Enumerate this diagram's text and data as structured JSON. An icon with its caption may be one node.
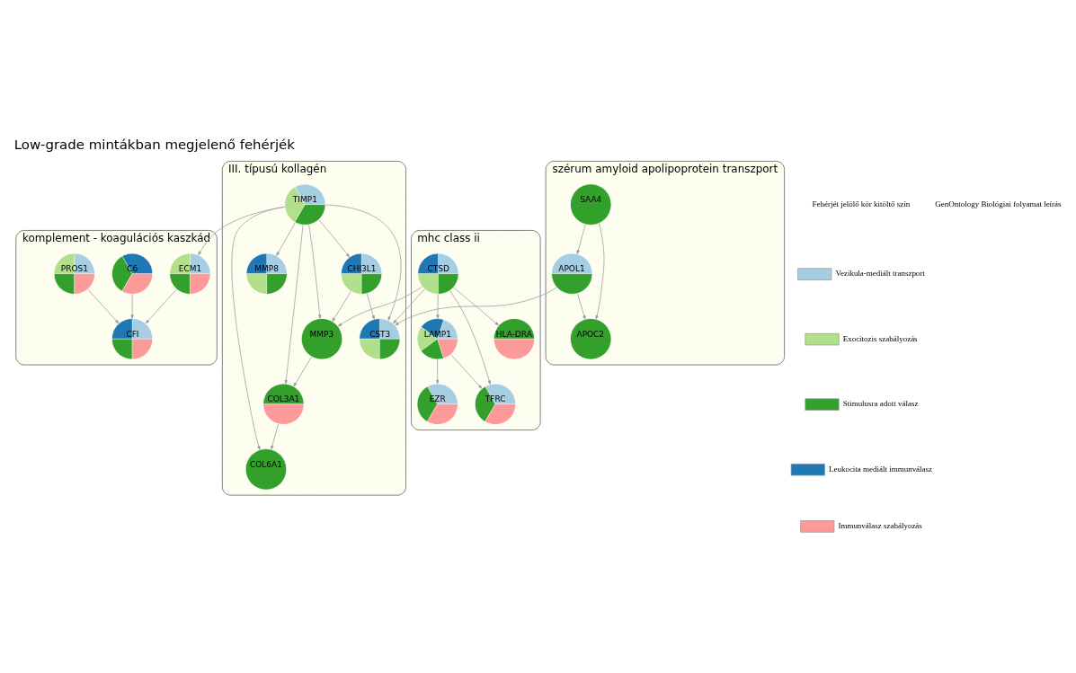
{
  "diagram": {
    "title": "Low-grade mintákban megjelenő fehérjék",
    "nodes": [
      {
        "text": [
          "komplement - koagulációs kaszkád"
        ]
      },
      {
        "text": [
          "C6"
        ],
        "in": 0
      },
      {
        "text": [
          "PROS1"
        ],
        "in": 0
      },
      {
        "text": [
          "CFI"
        ],
        "in": 0
      },
      {
        "text": [
          "ECM1"
        ],
        "in": 0
      },
      {
        "text": [
          "III. típusú kollagén"
        ]
      },
      {
        "text": [
          "COL6A1"
        ],
        "in": 5
      },
      {
        "text": [
          "MMP8"
        ],
        "in": 5
      },
      {
        "text": [
          "COL3A1"
        ],
        "in": 5
      },
      {
        "text": [
          "TIMP1"
        ],
        "in": 5
      },
      {
        "text": [
          "CST3"
        ],
        "in": 5
      },
      {
        "text": [
          "MMP3"
        ],
        "in": 5
      },
      {
        "text": [
          "CHI3L1"
        ],
        "in": 5
      },
      {
        "text": [
          "mhc class ii"
        ]
      },
      {
        "text": [
          "HLA-DRA"
        ],
        "in": 13
      },
      {
        "text": [
          "CTSD"
        ],
        "in": 13
      },
      {
        "text": [
          "LAMP1"
        ],
        "in": 13
      },
      {
        "text": [
          "TFRC"
        ],
        "in": 13
      },
      {
        "text": [
          "EZR"
        ],
        "in": 13
      },
      {
        "text": [
          "szérum amyloid apolipoprotein transzport"
        ]
      },
      {
        "text": [
          "APOC2"
        ],
        "in": 19
      },
      {
        "text": [
          "APOL1"
        ],
        "in": 19
      },
      {
        "text": [
          "SAA4"
        ],
        "in": 19
      }
    ],
    "edges": [
      {
        "from": 1,
        "to": 3,
        "arrow": "to"
      },
      {
        "from": 2,
        "to": 3,
        "arrow": "to"
      },
      {
        "from": 4,
        "to": 3,
        "arrow": "to"
      },
      {
        "from": 9,
        "to": 4,
        "arrow": "to"
      },
      {
        "from": 9,
        "to": 6,
        "arrow": "to"
      },
      {
        "from": 9,
        "to": 7,
        "arrow": "to"
      },
      {
        "from": 9,
        "to": 8,
        "arrow": "to"
      },
      {
        "from": 9,
        "to": 11,
        "arrow": "to"
      },
      {
        "from": 9,
        "to": 10,
        "arrow": "to"
      },
      {
        "from": 9,
        "to": 12,
        "arrow": "to"
      },
      {
        "from": 8,
        "to": 6,
        "arrow": "to"
      },
      {
        "from": 11,
        "to": 8,
        "arrow": "to"
      },
      {
        "from": 12,
        "to": 10,
        "arrow": "to"
      },
      {
        "from": 12,
        "to": 11,
        "arrow": "to"
      },
      {
        "from": 15,
        "to": 10,
        "arrow": "to"
      },
      {
        "from": 15,
        "to": 11,
        "arrow": "to"
      },
      {
        "from": 15,
        "to": 14,
        "arrow": "to"
      },
      {
        "from": 15,
        "to": 16,
        "arrow": "to"
      },
      {
        "from": 15,
        "to": 17,
        "arrow": "to"
      },
      {
        "from": 16,
        "to": 18,
        "arrow": "to"
      },
      {
        "from": 16,
        "to": 17,
        "arrow": "to"
      },
      {
        "from": 21,
        "to": 20,
        "arrow": "to"
      },
      {
        "from": 22,
        "to": 20,
        "arrow": "to"
      },
      {
        "from": 22,
        "to": 21,
        "arrow": "to"
      },
      {
        "from": 21,
        "to": 10,
        "arrow": "to"
      }
    ],
    "labels": [
      "Fehérjét jelölő kör kitöltő szín",
      "GenOntology Biológiai folyamat leírás"
    ],
    "legend": [
      {
        "text": "Vezikula-mediált transzport",
        "color": "#a6cee3"
      },
      {
        "text": "Exocitozis szabályozás",
        "color": "#b2df8a"
      },
      {
        "text": "Stimulusra adott válasz",
        "color": "#33a02c"
      },
      {
        "text": "Leukocita mediált immunválasz",
        "color": "#1f78b4"
      },
      {
        "text": "Immunválasz szabályozás",
        "color": "#fb9a99"
      }
    ]
  }
}
